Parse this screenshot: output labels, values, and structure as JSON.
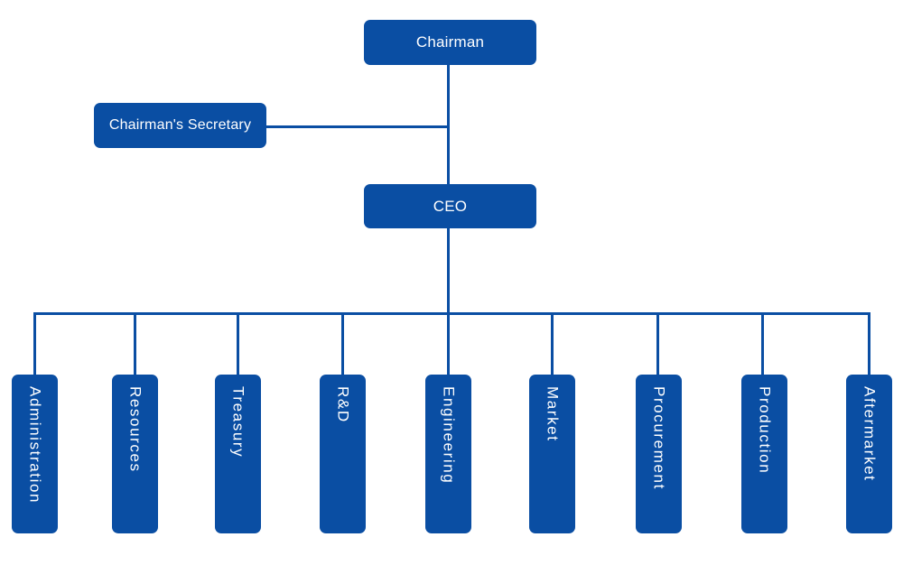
{
  "diagram": {
    "chairman": "Chairman",
    "secretary": "Chairman's Secretary",
    "ceo": "CEO",
    "departments": [
      "Administration",
      "Resources",
      "Treasury",
      "R&D",
      "Engineering",
      "Market",
      "Procurement",
      "Production",
      "Aftermarket"
    ]
  },
  "colors": {
    "box": "#0a4ea3",
    "line": "#0a4ea3",
    "text": "#ffffff"
  }
}
